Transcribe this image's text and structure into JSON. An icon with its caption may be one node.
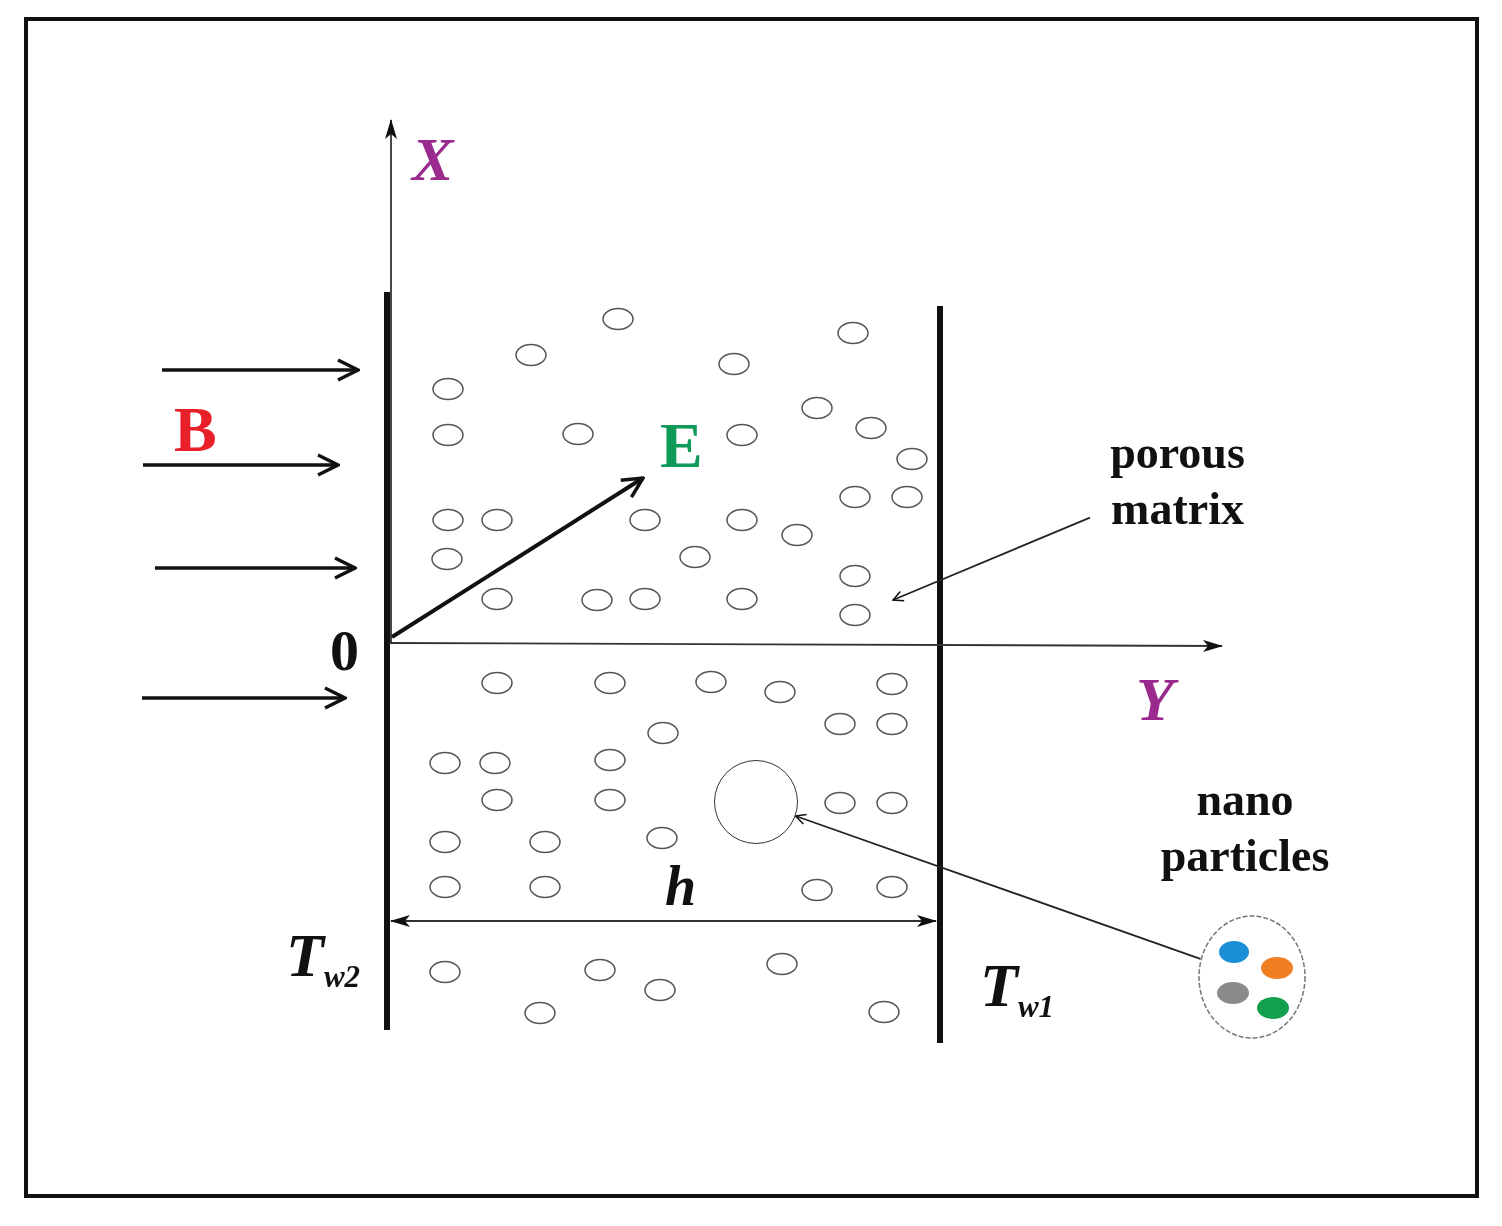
{
  "diagram": {
    "nodes": [
      {
        "text": [
          "porous matrix"
        ]
      },
      {
        "text": [],
        "shape": "circle"
      },
      {
        "text": [
          "nano particles"
        ]
      },
      {
        "text": [],
        "shape": "picture"
      }
    ],
    "edges": [
      {
        "from": 0,
        "to": null,
        "arrow": "to"
      },
      {
        "from": 3,
        "to": 1,
        "arrow": "to"
      }
    ],
    "labels": [
      "X",
      "B",
      "E",
      "0",
      "Y",
      "h",
      "T$_{w2}$",
      "T$_{w1}$"
    ]
  }
}
